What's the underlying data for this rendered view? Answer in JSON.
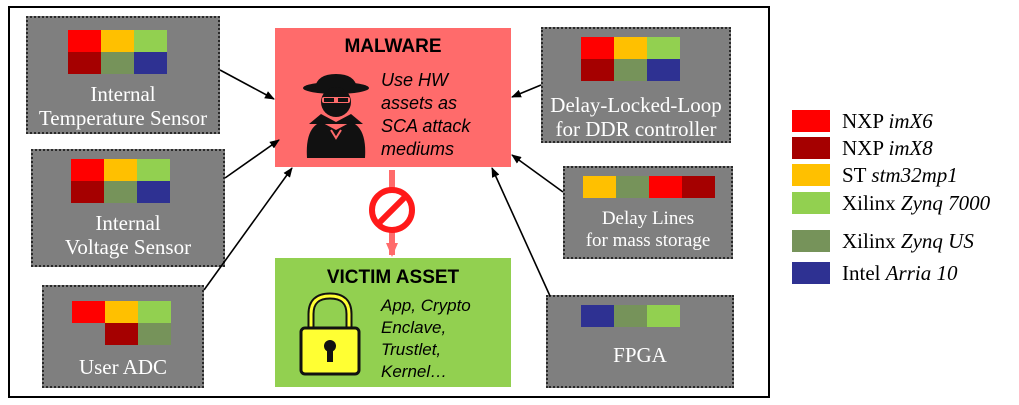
{
  "colors": {
    "nxp_imx6": "#ff0000",
    "nxp_imx8": "#a50000",
    "st_stm32mp1": "#ffc000",
    "xilinx_zynq7000": "#92d050",
    "xilinx_zynqus": "#76935a",
    "intel_arria10": "#2e3192",
    "box_fill": "#7f7f7f",
    "malware_fill": "#ff6b6b",
    "victim_fill": "#92d050",
    "blocked_red": "#ff1a1a"
  },
  "boxes": [
    {
      "id": "temp",
      "label_lines": [
        "Internal",
        "Temperature Sensor"
      ],
      "colors": [
        "nxp_imx6",
        "st_stm32mp1",
        "xilinx_zynq7000",
        "nxp_imx8",
        "xilinx_zynqus",
        "intel_arria10"
      ]
    },
    {
      "id": "voltage",
      "label_lines": [
        "Internal",
        "Voltage Sensor"
      ],
      "colors": [
        "nxp_imx6",
        "st_stm32mp1",
        "xilinx_zynq7000",
        "nxp_imx8",
        "xilinx_zynqus",
        "intel_arria10"
      ]
    },
    {
      "id": "adc",
      "label_lines": [
        "User ADC"
      ],
      "colors": [
        "nxp_imx6",
        "st_stm32mp1",
        "xilinx_zynq7000",
        "nxp_imx8",
        "xilinx_zynqus"
      ]
    },
    {
      "id": "dll",
      "label_lines": [
        "Delay-Locked-Loop",
        "for DDR controller"
      ],
      "colors": [
        "nxp_imx6",
        "st_stm32mp1",
        "xilinx_zynq7000",
        "nxp_imx8",
        "xilinx_zynqus",
        "intel_arria10"
      ]
    },
    {
      "id": "delaylines",
      "label_lines": [
        "Delay Lines",
        "for mass storage"
      ],
      "colors": [
        "st_stm32mp1",
        "xilinx_zynqus",
        "nxp_imx6",
        "nxp_imx8"
      ]
    },
    {
      "id": "fpga",
      "label_lines": [
        "FPGA"
      ],
      "colors": [
        "intel_arria10",
        "xilinx_zynqus",
        "xilinx_zynq7000"
      ]
    }
  ],
  "malware": {
    "title": "MALWARE",
    "desc_lines": [
      "Use HW",
      "assets as",
      "SCA attack",
      "mediums"
    ],
    "icon": "hacker-icon"
  },
  "victim": {
    "title": "VICTIM ASSET",
    "desc_lines": [
      "App, Crypto",
      "Enclave,",
      "Trustlet,",
      "Kernel…"
    ],
    "icon": "padlock-icon"
  },
  "blocked_icon": "prohibited-icon",
  "legend": [
    {
      "vendor": "NXP",
      "model": "imX6",
      "color": "nxp_imx6"
    },
    {
      "vendor": "NXP",
      "model": "imX8",
      "color": "nxp_imx8"
    },
    {
      "vendor": "ST",
      "model": "stm32mp1",
      "color": "st_stm32mp1"
    },
    {
      "vendor": "Xilinx",
      "model": "Zynq 7000",
      "color": "xilinx_zynq7000"
    },
    {
      "vendor": "Xilinx",
      "model": "Zynq US",
      "color": "xilinx_zynqus"
    },
    {
      "vendor": "Intel",
      "model": "Arria 10",
      "color": "intel_arria10"
    }
  ]
}
